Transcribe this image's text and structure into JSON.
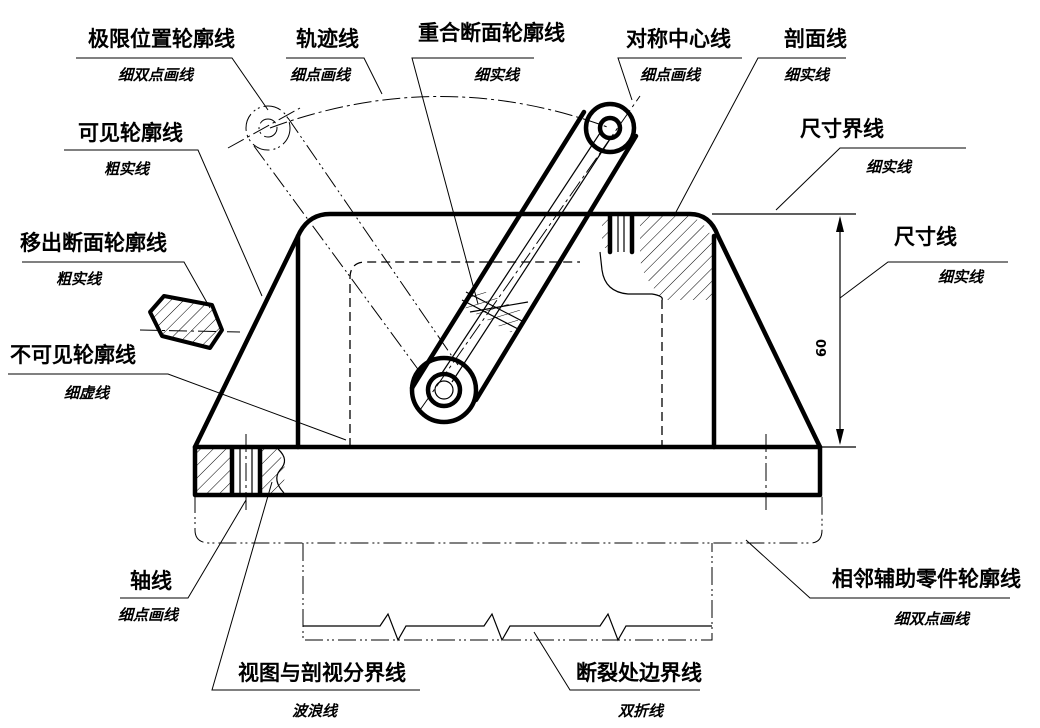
{
  "labels": {
    "extreme_position": {
      "name": "极限位置轮廓线",
      "line_type": "细双点画线"
    },
    "trajectory": {
      "name": "轨迹线",
      "line_type": "细点画线"
    },
    "overlapped_section": {
      "name": "重合断面轮廓线",
      "line_type": "细实线"
    },
    "symmetry_center": {
      "name": "对称中心线",
      "line_type": "细点画线"
    },
    "section_line": {
      "name": "剖面线",
      "line_type": "细实线"
    },
    "visible_outline": {
      "name": "可见轮廓线",
      "line_type": "粗实线"
    },
    "extension_line": {
      "name": "尺寸界线",
      "line_type": "细实线"
    },
    "dimension_line": {
      "name": "尺寸线",
      "line_type": "细实线"
    },
    "removed_section": {
      "name": "移出断面轮廓线",
      "line_type": "粗实线"
    },
    "hidden_outline": {
      "name": "不可见轮廓线",
      "line_type": "细虚线"
    },
    "axis": {
      "name": "轴线",
      "line_type": "细点画线"
    },
    "adjacent_part": {
      "name": "相邻辅助零件轮廓线",
      "line_type": "细双点画线"
    },
    "view_boundary": {
      "name": "视图与剖视分界线",
      "line_type": "波浪线"
    },
    "break_boundary": {
      "name": "断裂处边界线",
      "line_type": "双折线"
    }
  },
  "dimension": {
    "value": "60"
  }
}
